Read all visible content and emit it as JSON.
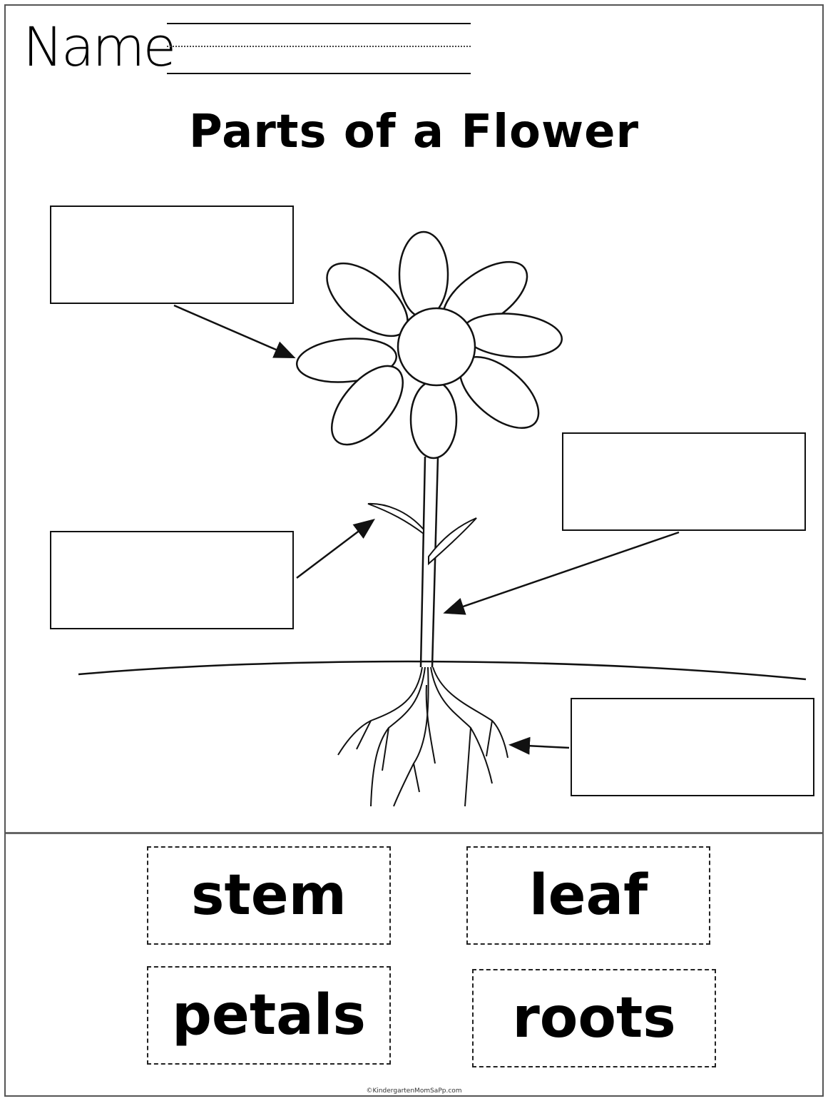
{
  "worksheet": {
    "name_label": "Name",
    "title": "Parts of a Flower",
    "word_bank": [
      "stem",
      "leaf",
      "petals",
      "roots"
    ],
    "footer": "©KindergartenMomSaPp.com"
  },
  "colors": {
    "ink": "#111111",
    "border": "#555555",
    "paper": "#ffffff"
  }
}
